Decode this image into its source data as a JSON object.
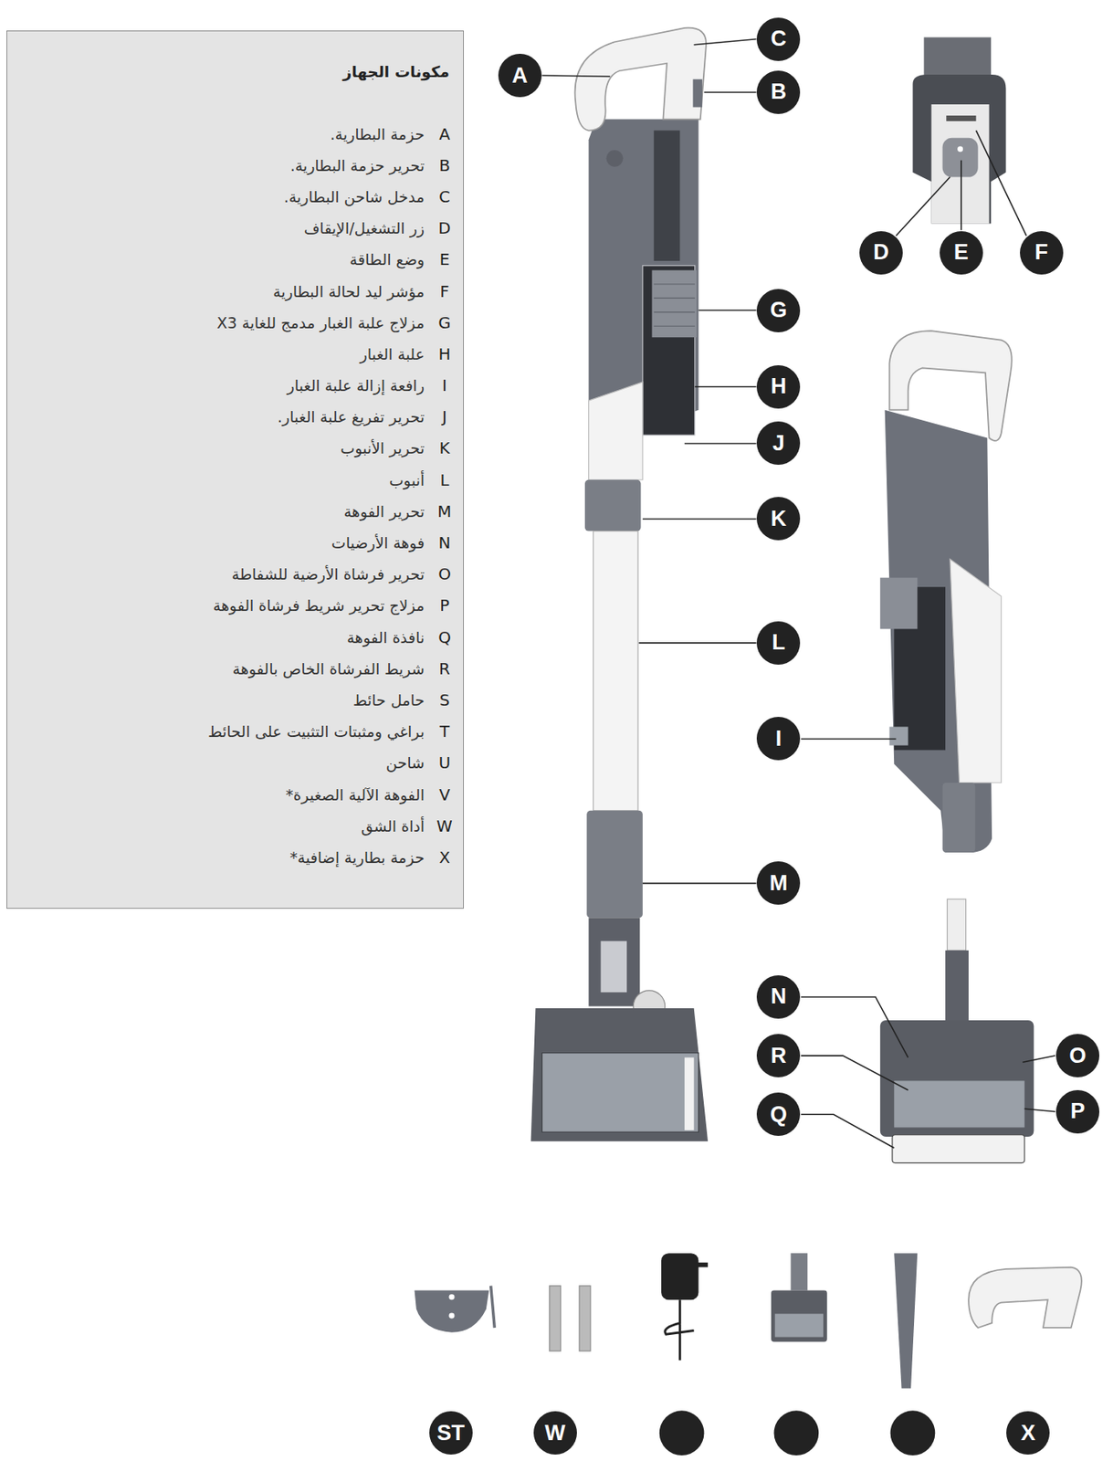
{
  "diagram": {
    "nodes": [
      {
        "text": [
          "مكونات الجهاز",
          "A",
          "حزمة البطارية.",
          "B",
          "تحرير حزمة البطارية.",
          "C",
          "مدخل شاحن البطارية.",
          "D",
          "زر التشغيل/الإيقاف",
          "E",
          "وضع الطاقة",
          "F",
          "مؤشر ليد لحالة البطارية",
          "G",
          "مزلاج علبة الغبار مدمج للغاية X3",
          "H",
          "علبة الغبار",
          "I",
          "رافعة إزالة علبة الغبار",
          "J",
          "تحرير تفريغ علبة الغبار.",
          "K",
          "تحرير الأنبوب",
          "L",
          "أنبوب",
          "M",
          "تحرير الفوهة",
          "N",
          "فوهة الأرضيات",
          "O",
          "تحرير فرشاة الأرضية للشفاطة",
          "P",
          "مزلاج تحرير شريط فرشاة الفوهة",
          "Q",
          "نافذة الفوهة",
          "R",
          "شريط الفرشاة الخاص بالفوهة",
          "S",
          "حامل حائط",
          "T",
          "براغي ومثبتات التثبيت على الحائط",
          "U",
          "شاحن",
          "V",
          "الفوهة الآلية الصغيرة*",
          "W",
          "أداة الشق",
          "X",
          "حزمة بطارية إضافية*"
        ]
      },
      {
        "text": [
          "C"
        ]
      },
      {
        "text": [
          "A"
        ]
      },
      {
        "text": [
          "B"
        ]
      },
      {
        "text": [
          "D"
        ]
      },
      {
        "text": [
          "E"
        ]
      },
      {
        "text": [
          "F"
        ]
      },
      {
        "text": [
          "G"
        ]
      },
      {
        "text": [
          "H"
        ]
      },
      {
        "text": [
          "J"
        ]
      },
      {
        "text": [
          "K"
        ]
      },
      {
        "text": [
          "L"
        ]
      },
      {
        "text": [
          "I"
        ]
      },
      {
        "text": [
          "M"
        ]
      },
      {
        "text": [
          "N"
        ]
      },
      {
        "text": [
          "R"
        ]
      },
      {
        "text": [
          "O"
        ]
      },
      {
        "text": [
          "Q"
        ]
      },
      {
        "text": [
          "P"
        ]
      },
      {
        "text": [
          "ST"
        ]
      },
      {
        "text": [
          "W"
        ]
      },
      {
        "text": [
          "X"
        ]
      }
    ]
  }
}
